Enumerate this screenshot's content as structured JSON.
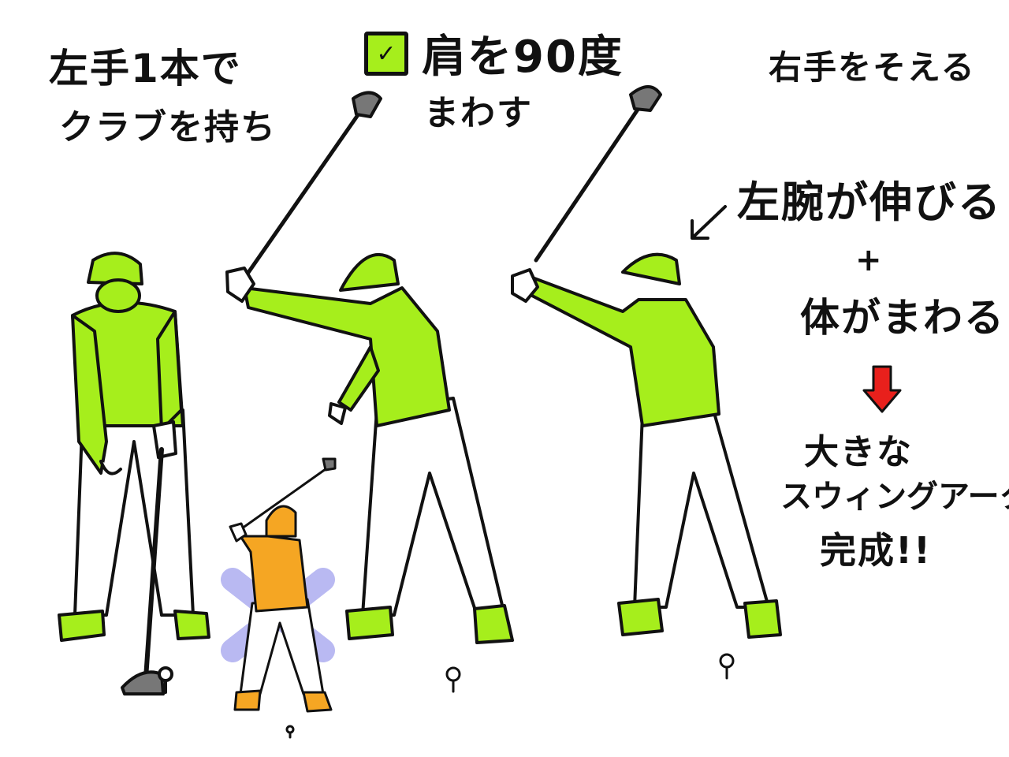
{
  "steps": [
    {
      "lines": [
        "左手1本で",
        "クラブを持ち"
      ]
    },
    {
      "checked": true,
      "lines": [
        "肩を90度",
        "まわす"
      ]
    },
    {
      "lines": [
        "右手をそえる"
      ]
    }
  ],
  "result": {
    "cause_1": "左腕が伸びる",
    "plus": "+",
    "cause_2": "体がまわる",
    "outcome_lines": [
      "大きな",
      "スウィングアークの",
      "完成!!"
    ]
  },
  "check_mark": "✓",
  "colors": {
    "shirt": "#a6ee1c",
    "pants": "#ffffff",
    "outline": "#111111",
    "arrow": "#e8201c",
    "small_figure": "#f5a623",
    "x_mark": "#b9b9f2",
    "club_head": "#8a8a8a"
  }
}
